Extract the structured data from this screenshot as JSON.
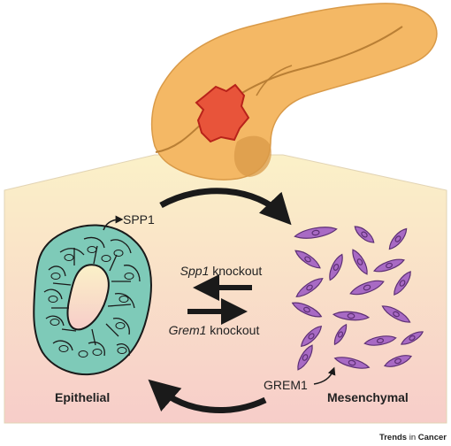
{
  "labels": {
    "spp1": "SPP1",
    "spp1_knockout_gene": "Spp1",
    "spp1_knockout_word": " knockout",
    "grem1_knockout_gene": "Grem1",
    "grem1_knockout_word": " knockout",
    "grem1": "GREM1",
    "epithelial": "Epithelial",
    "mesenchymal": "Mesenchymal"
  },
  "credit": {
    "prefix": "Trends",
    "middle": " in ",
    "suffix": "Cancer"
  },
  "colors": {
    "pancreas": "#f4b865",
    "pancreas_shadow": "#d99a48",
    "tumor": "#e8543a",
    "tumor_outline": "#b8221a",
    "panel_top": "#fbf1c8",
    "panel_bottom": "#f7cdc9",
    "epithelial_cell": "#7ecab8",
    "mesenchymal_cell": "#a86ac4",
    "arrow": "#1a1a1a"
  }
}
